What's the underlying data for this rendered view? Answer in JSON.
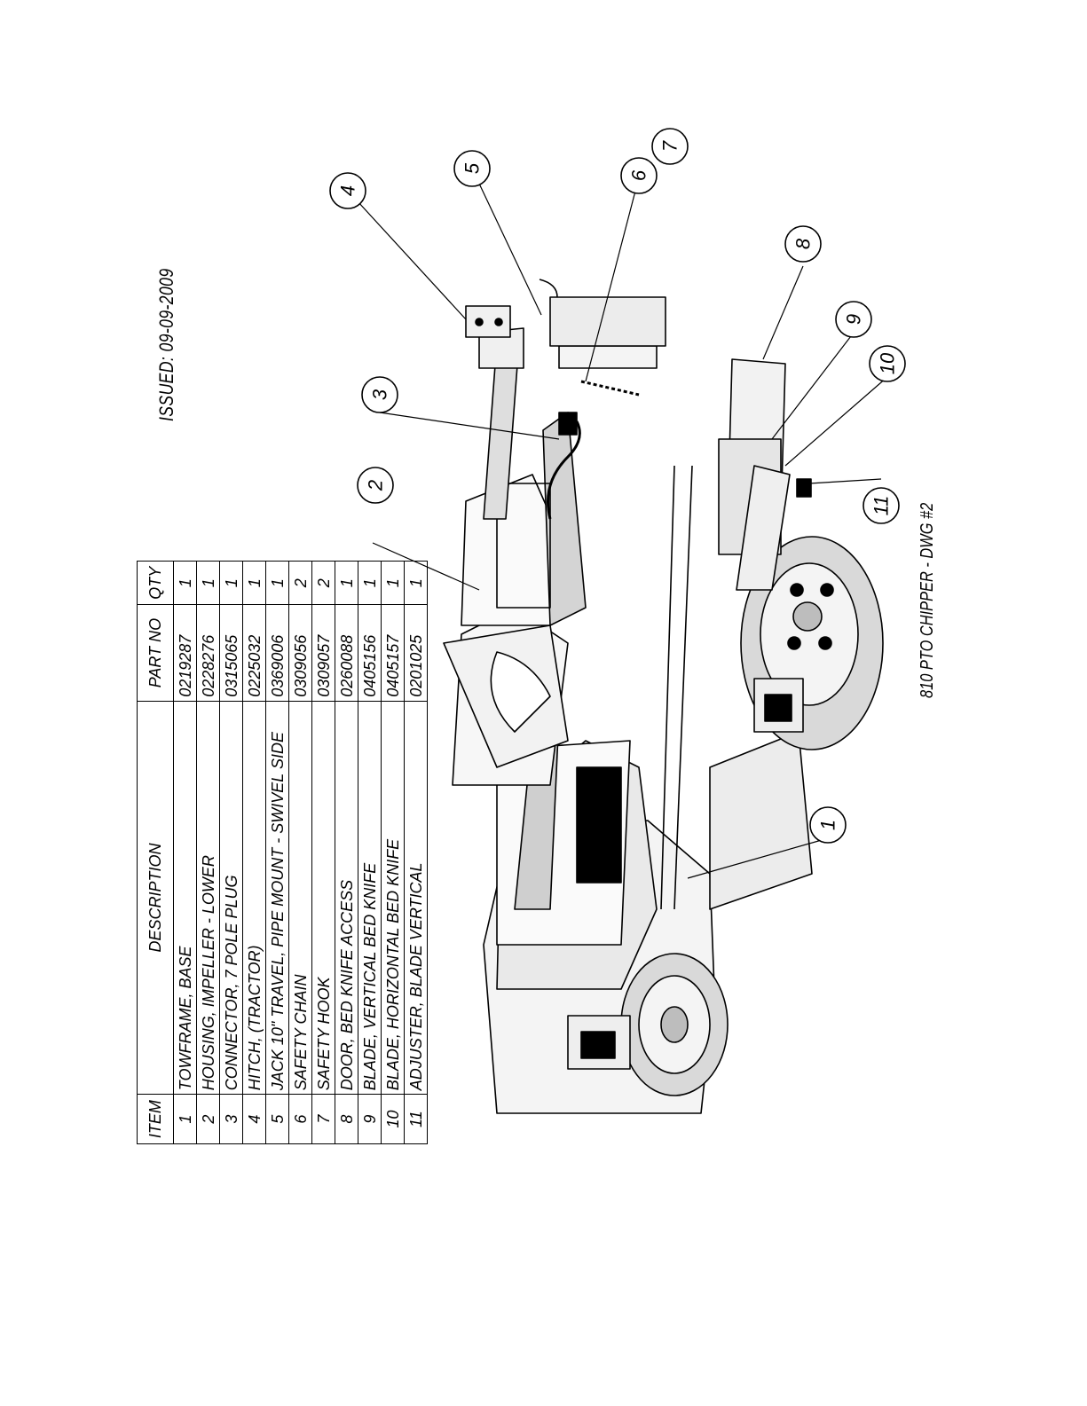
{
  "issued": "ISSUED: 09-09-2009",
  "drawing_title": "810 PTO CHIPPER - DWG #2",
  "bom": {
    "headers": {
      "item": "ITEM",
      "description": "DESCRIPTION",
      "part_no": "PART NO",
      "qty": "QTY"
    },
    "rows": [
      {
        "item": "1",
        "description": "TOWFRAME, BASE",
        "part_no": "0219287",
        "qty": "1"
      },
      {
        "item": "2",
        "description": "HOUSING, IMPELLER - LOWER",
        "part_no": "0228276",
        "qty": "1"
      },
      {
        "item": "3",
        "description": "CONNECTOR, 7 POLE PLUG",
        "part_no": "0315065",
        "qty": "1"
      },
      {
        "item": "4",
        "description": "HITCH, (TRACTOR)",
        "part_no": "0225032",
        "qty": "1"
      },
      {
        "item": "5",
        "description": "JACK 10\" TRAVEL, PIPE MOUNT - SWIVEL SIDE",
        "part_no": "0369006",
        "qty": "1"
      },
      {
        "item": "6",
        "description": "SAFETY CHAIN",
        "part_no": "0309056",
        "qty": "2"
      },
      {
        "item": "7",
        "description": "SAFETY HOOK",
        "part_no": "0309057",
        "qty": "2"
      },
      {
        "item": "8",
        "description": "DOOR, BED KNIFE ACCESS",
        "part_no": "0260088",
        "qty": "1"
      },
      {
        "item": "9",
        "description": "BLADE, VERTICAL BED KNIFE",
        "part_no": "0405156",
        "qty": "1"
      },
      {
        "item": "10",
        "description": "BLADE, HORIZONTAL BED KNIFE",
        "part_no": "0405157",
        "qty": "1"
      },
      {
        "item": "11",
        "description": "ADJUSTER, BLADE VERTICAL",
        "part_no": "0201025",
        "qty": "1"
      }
    ]
  },
  "callouts": [
    "1",
    "2",
    "3",
    "4",
    "5",
    "6",
    "7",
    "8",
    "9",
    "10",
    "11"
  ]
}
